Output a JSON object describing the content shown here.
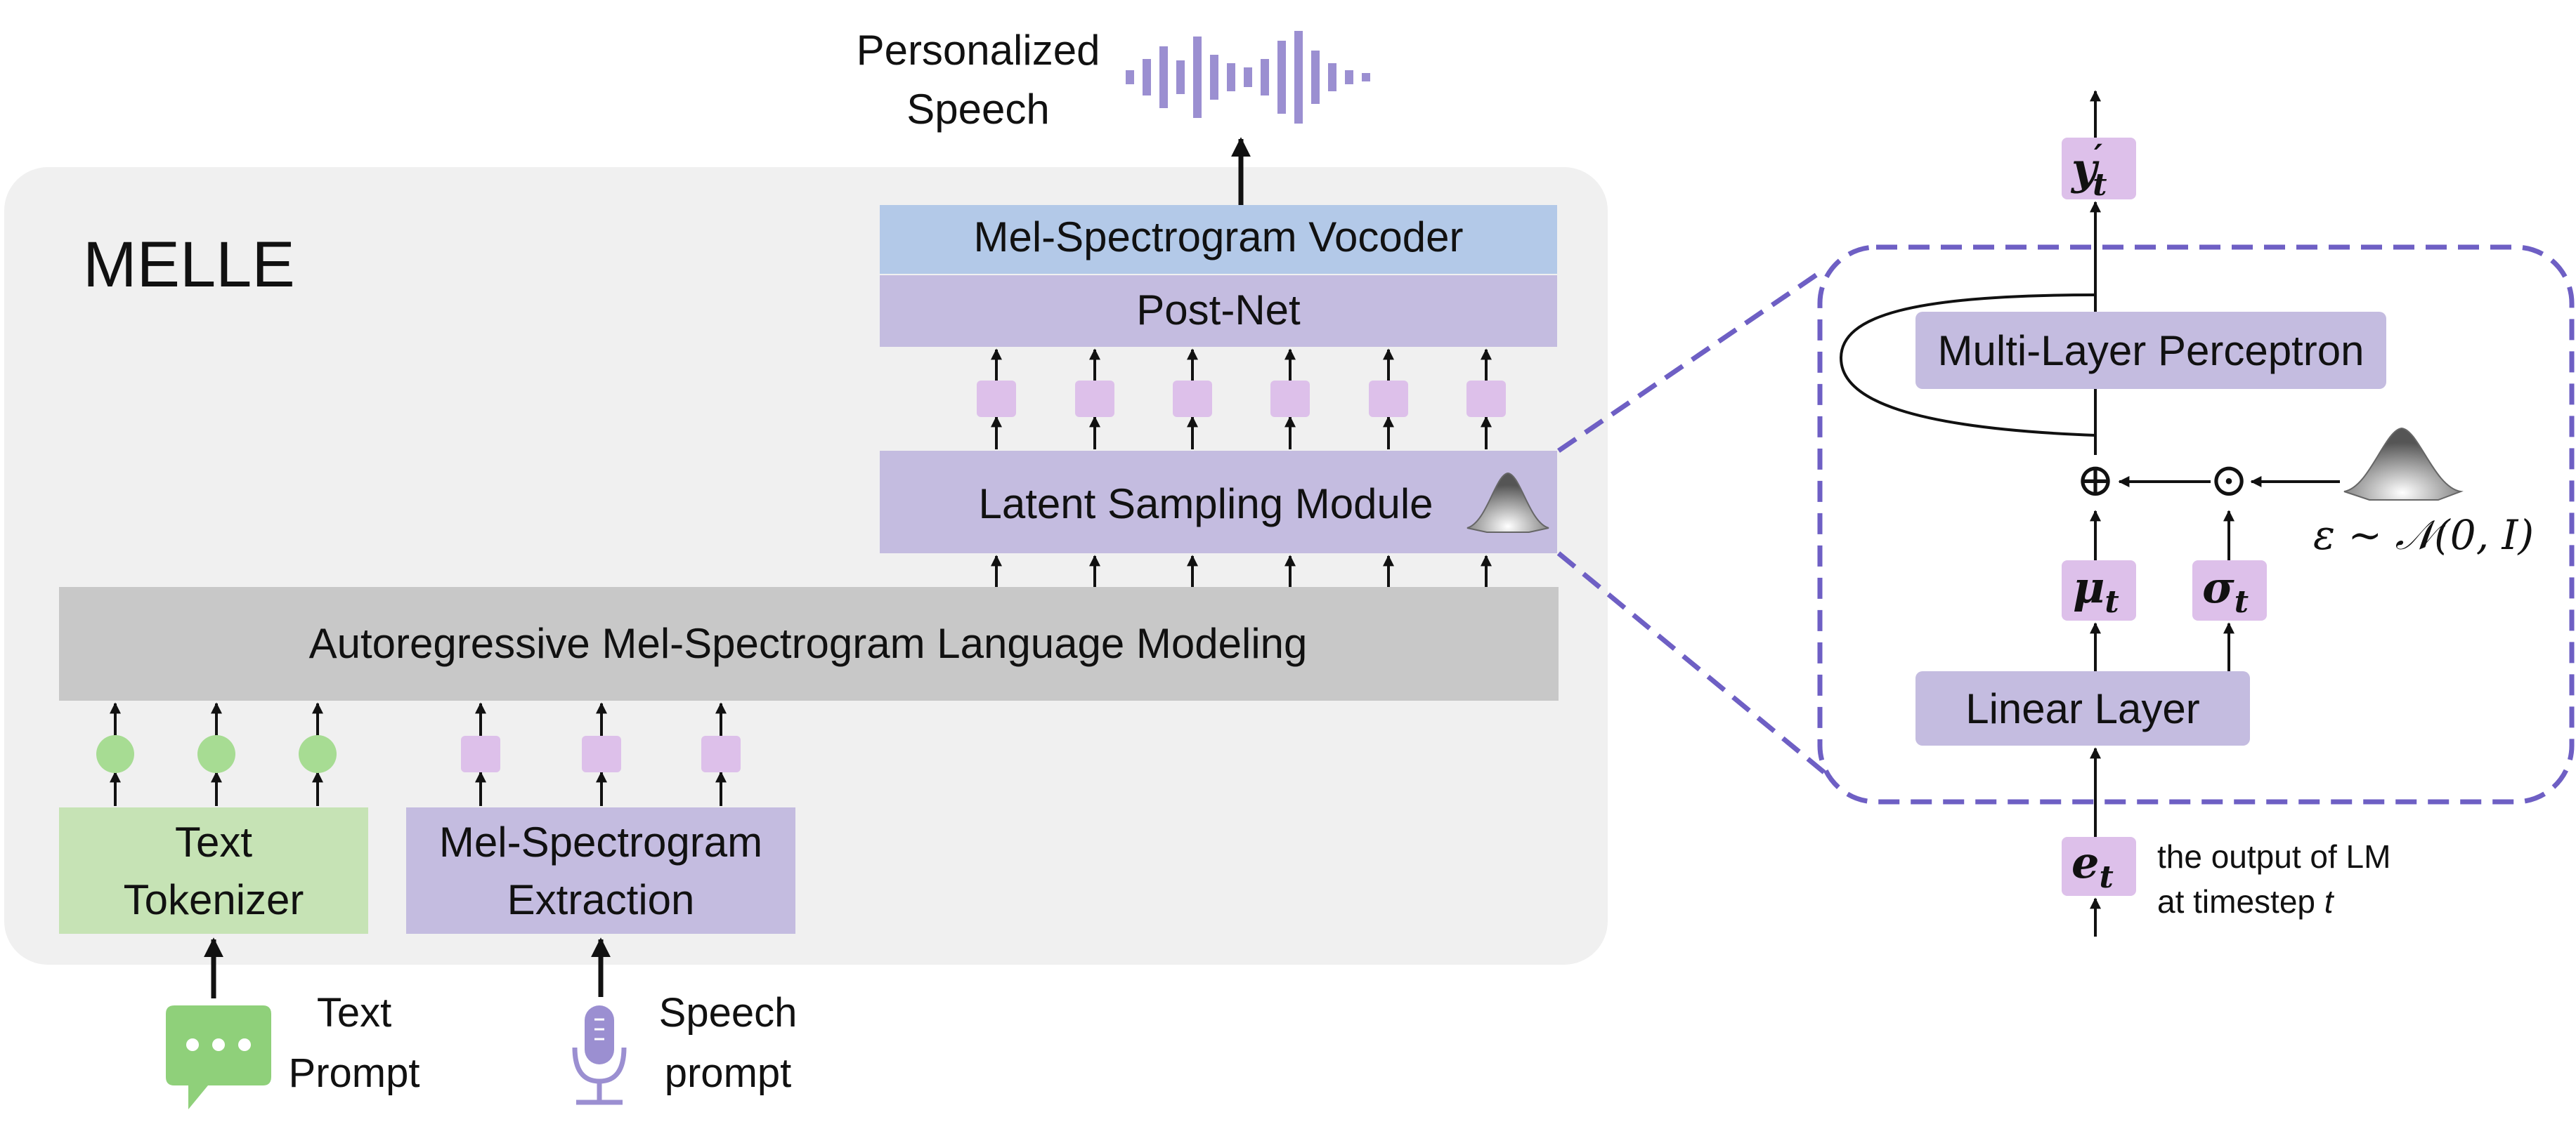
{
  "melle": {
    "title": "MELLE",
    "output_label_line1": "Personalized",
    "output_label_line2": "Speech",
    "vocoder_label": "Mel-Spectrogram Vocoder",
    "postnet_label": "Post-Net",
    "latent_label": "Latent Sampling Module",
    "lm_label": "Autoregressive Mel-Spectrogram Language Modeling",
    "tokenizer_line1": "Text",
    "tokenizer_line2": "Tokenizer",
    "extraction_line1": "Mel-Spectrogram",
    "extraction_line2": "Extraction",
    "text_prompt_line1": "Text",
    "text_prompt_line2": "Prompt",
    "speech_prompt_line1": "Speech",
    "speech_prompt_line2": "prompt"
  },
  "detail": {
    "y_label": "y",
    "y_sub": "t",
    "y_prime": "′",
    "mlp_label": "Multi-Layer Perceptron",
    "plus_symbol": "⊕",
    "dot_symbol": "⊙",
    "epsilon_label": "ε ∼ 𝒩(0, I)",
    "mu_label": "μ",
    "mu_sub": "t",
    "sigma_label": "σ",
    "sigma_sub": "t",
    "linear_label": "Linear Layer",
    "e_label": "e",
    "e_sub": "t",
    "e_desc_line1": "the output of  LM",
    "e_desc_line2_prefix": "at timestep ",
    "e_desc_line2_var": "t"
  },
  "colors": {
    "panel_bg": "#f0f0f0",
    "lavender_block": "#c4bce0",
    "blue_block": "#b3c9e8",
    "gray_block": "#c8c8c8",
    "green_block": "#c6e3b5",
    "pink_token": "#ddc0ea",
    "green_token": "#a7dc93",
    "waveform": "#9b8fd1",
    "dashed_border": "#6e5fc4",
    "icon_green": "#8fd07a",
    "icon_purple": "#9b8fd1"
  }
}
